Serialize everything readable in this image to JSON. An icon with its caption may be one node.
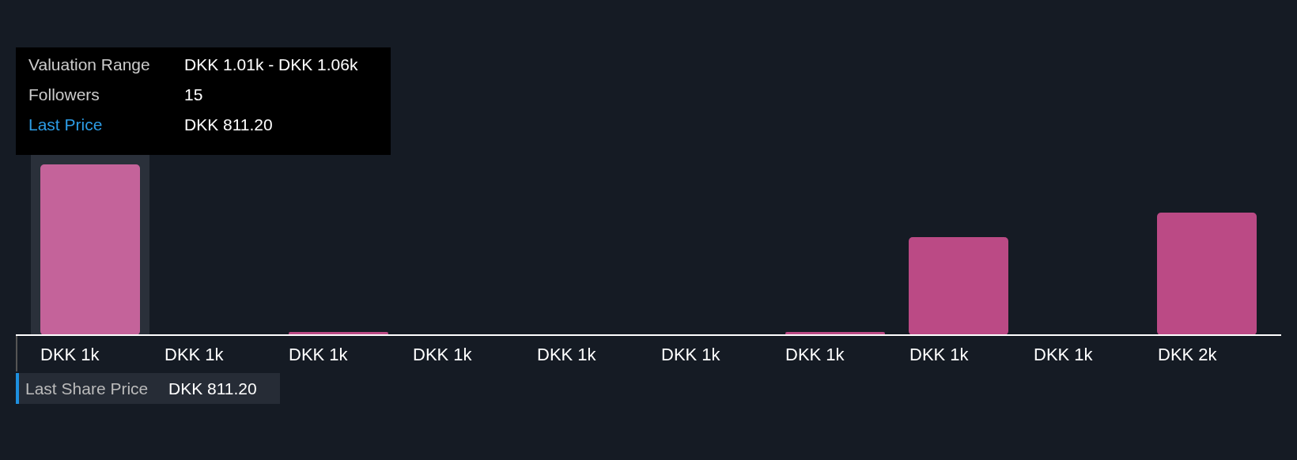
{
  "diagram": {
    "labels": [
      "Valuation Range",
      "DKK 1.01k - DKK 1.06k",
      "Followers",
      "15",
      "Last Price",
      "DKK 811.20",
      "DKK 1k",
      "DKK 1k",
      "DKK 1k",
      "DKK 1k",
      "DKK 1k",
      "DKK 1k",
      "DKK 1k",
      "DKK 1k",
      "DKK 1k",
      "DKK 2k",
      "Last Share Price",
      "DKK 811.20"
    ]
  }
}
